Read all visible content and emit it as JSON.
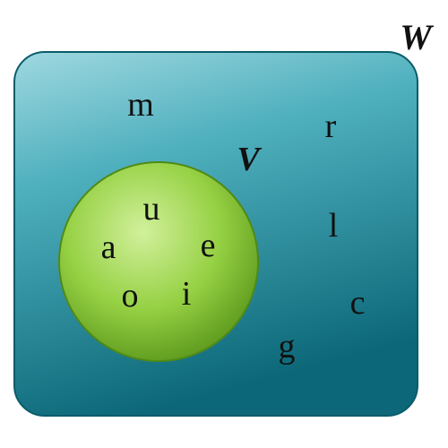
{
  "universal_set_label": "W",
  "subset_label": "V",
  "universal_elements": [
    "m",
    "r",
    "l",
    "c",
    "g"
  ],
  "subset_elements": [
    "u",
    "a",
    "e",
    "o",
    "i"
  ],
  "colors": {
    "universal_fill_light": "#8fd0da",
    "universal_fill": "#3a9fae",
    "universal_fill_dark": "#0e6e7e",
    "subset_fill_light": "#c8ec8e",
    "subset_fill": "#8fcd3e",
    "subset_fill_dark": "#5f9a1c",
    "text": "#111111"
  }
}
